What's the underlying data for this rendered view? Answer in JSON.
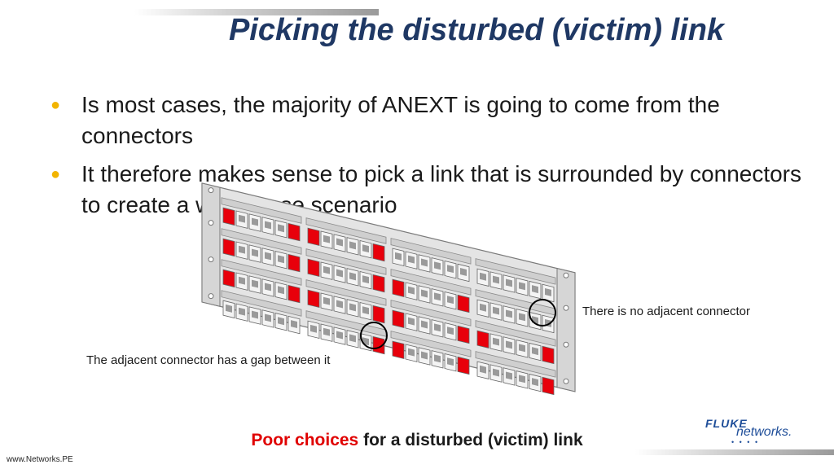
{
  "slide": {
    "title": "Picking the disturbed (victim) link",
    "bullets": [
      "Is most cases, the majority of ANEXT is going to come from the connectors",
      "It therefore makes sense to pick a link that is surrounded by connectors to create a worst case scenario"
    ],
    "notes": {
      "no_adjacent": "There is no adjacent connector",
      "gap": "The adjacent connector has a gap between it"
    },
    "caption": {
      "highlight": "Poor choices",
      "rest": " for a disturbed (victim) link"
    },
    "footer_url": "www.Networks.PE",
    "logo": {
      "line1": "FLUKE",
      "line2": "networks."
    }
  },
  "colors": {
    "title": "#1f3864",
    "bullet_marker": "#f2b400",
    "highlight": "#e00000",
    "connector_red": "#e8000b",
    "panel": "#e4e4e4"
  }
}
